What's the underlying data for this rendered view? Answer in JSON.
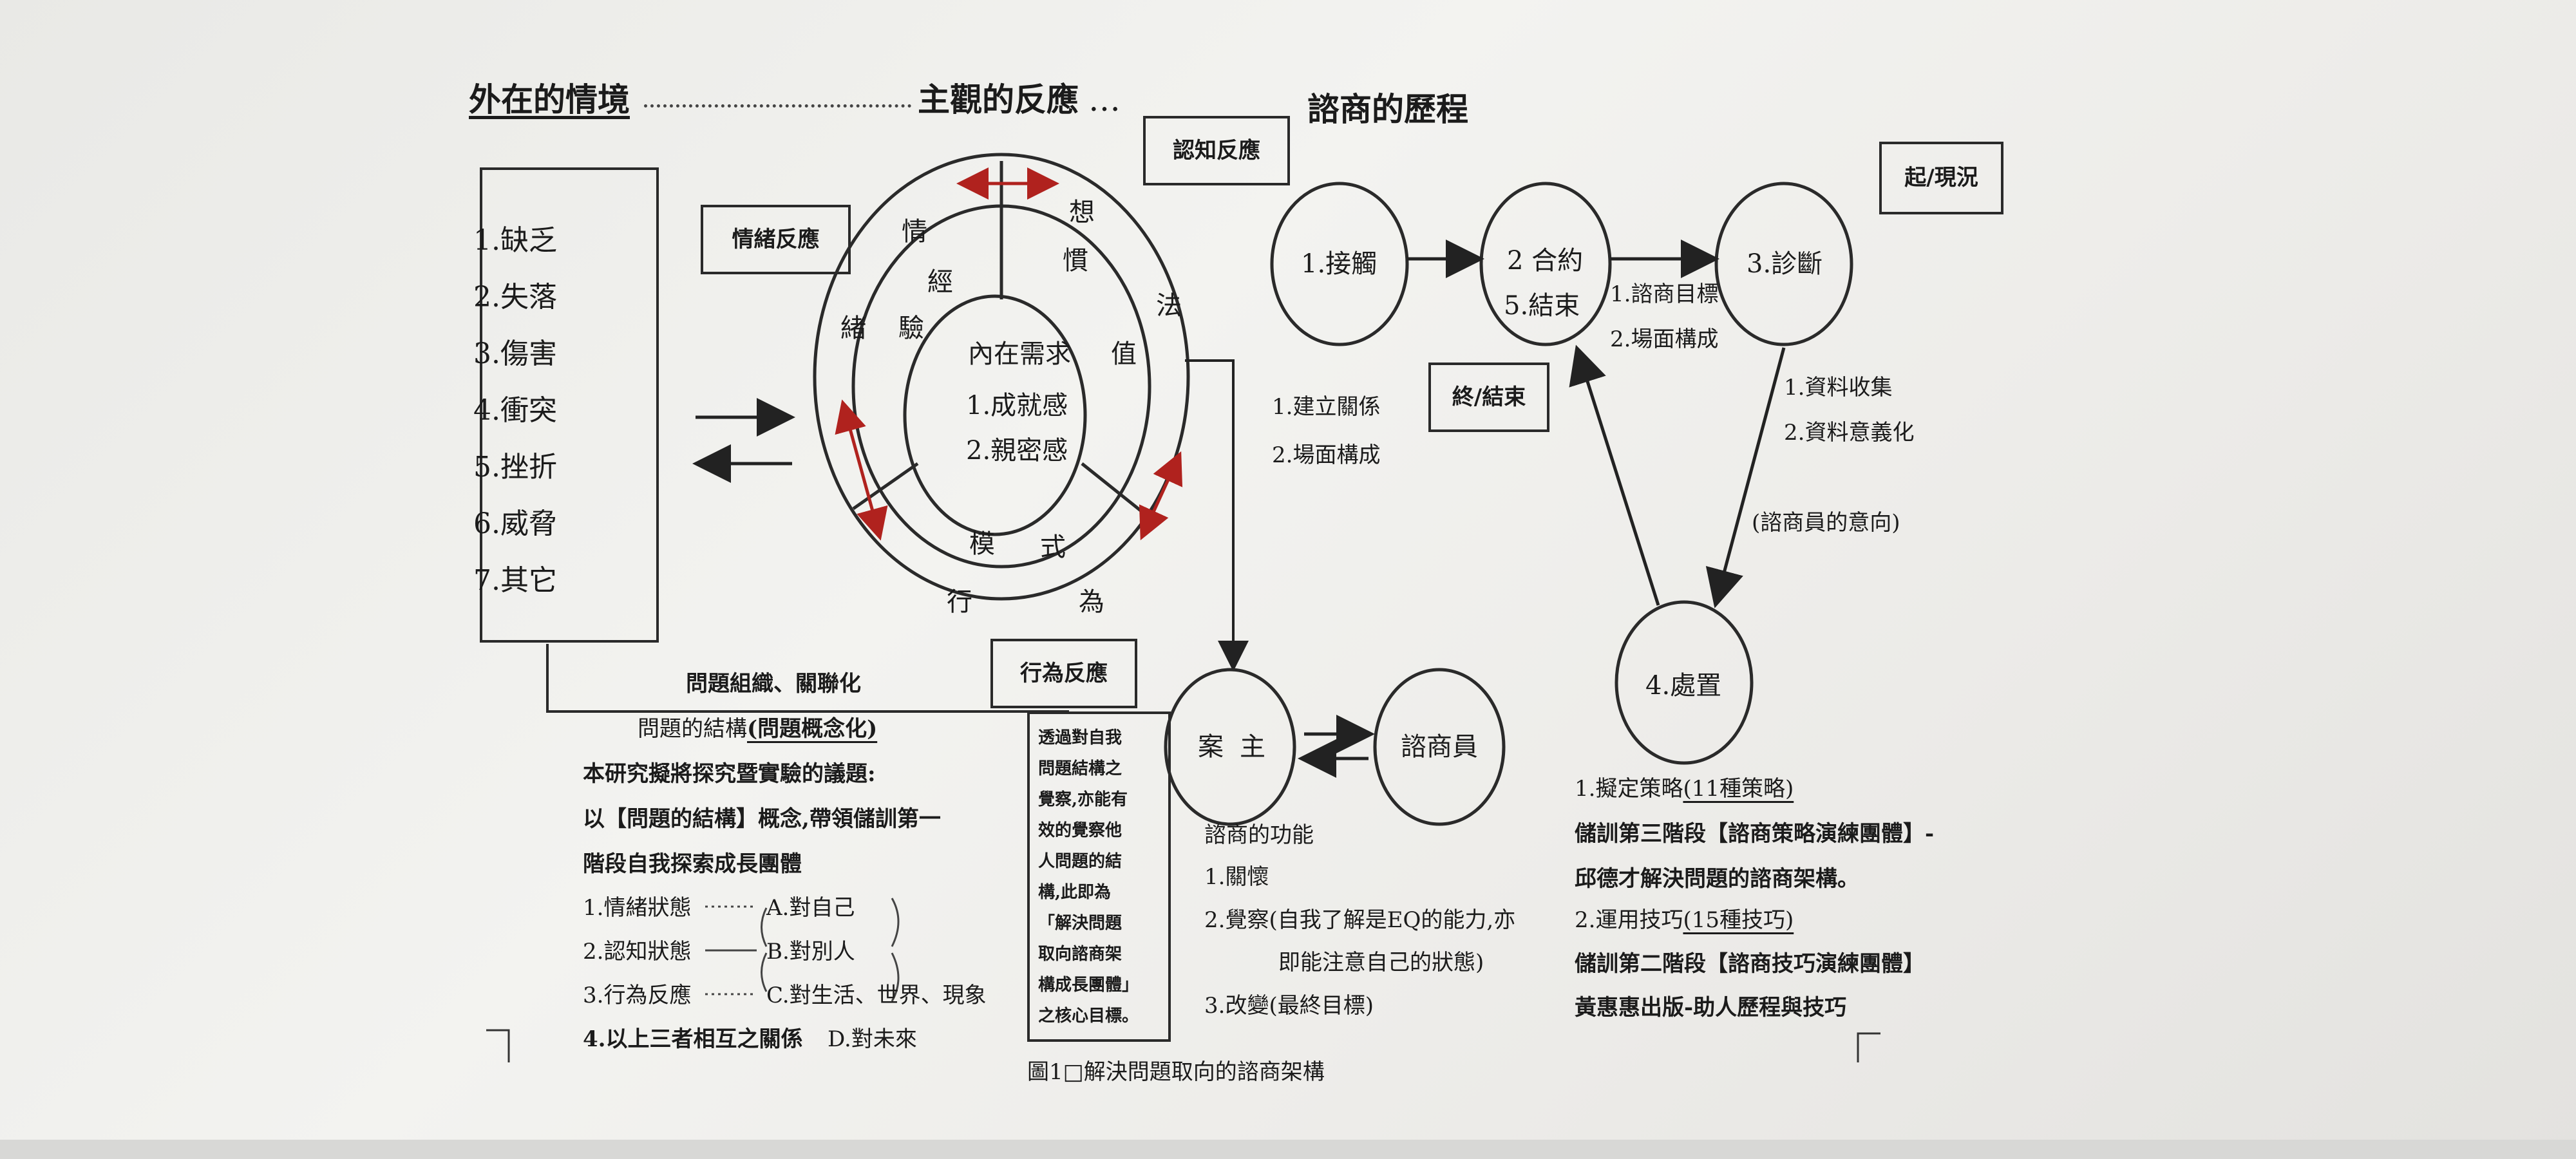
{
  "headings": {
    "external": "外在的情境",
    "subjective": "主觀的反應",
    "counseling": "諮商的歷程",
    "dots_mid": "…"
  },
  "boxes": {
    "cognitive": "認知反應",
    "emotional": "情緒反應",
    "behavioral": "行為反應",
    "start": "起/現況",
    "end": "終/結束"
  },
  "situation_list": [
    "1.缺乏",
    "2.失落",
    "3.傷害",
    "4.衝突",
    "5.挫折",
    "6.威脅",
    "7.其它"
  ],
  "ring": {
    "inner_title": "內在需求",
    "inner_items": [
      "1.成就感",
      "2.親密感"
    ],
    "chars": {
      "qing": "情",
      "xu": "緒",
      "jing": "經",
      "yan": "驗",
      "xiang": "想",
      "guan": "慣",
      "fa": "法",
      "zhi": "值",
      "mo": "模",
      "shi": "式",
      "xing": "行",
      "wei": "為"
    }
  },
  "process": {
    "n1": "1.接觸",
    "n2a": "2 合約",
    "n2b": "5.結束",
    "n3": "3.診斷",
    "n4": "4.處置",
    "client_a": "案",
    "client_b": "主",
    "counselor": "諮商員",
    "n1_notes": [
      "1.建立關係",
      "2.場面構成"
    ],
    "n2_notes": [
      "1.諮商目標",
      "2.場面構成"
    ],
    "n3_notes": [
      "1.資料收集",
      "2.資料意義化"
    ],
    "n3_note_intent": "(諮商員的意向)"
  },
  "problem": {
    "line1": "問題組織、關聯化",
    "line2_prefix": "問題的結構",
    "line2_paren": "(問題概念化)"
  },
  "research": {
    "line1": "本研究擬將探究暨實驗的議題:",
    "line2": "以【問題的結構】概念,帶領儲訓第一",
    "line3": "階段自我探索成長團體"
  },
  "states": [
    "1.情緒狀態",
    "2.認知狀態",
    "3.行為反應",
    "4.以上三者相互之關係"
  ],
  "targets": [
    "A.對自己",
    "B.對別人",
    "C.對生活、世界、現象",
    "D.對未來"
  ],
  "center_box": {
    "lines": [
      "透過對自我",
      "問題結構之",
      "覺察,亦能有",
      "效的覺察他",
      "人問題的結",
      "構,此即為",
      "「解決問題",
      "取向諮商架",
      "構成長團體」",
      "之核心目標。"
    ]
  },
  "functions": {
    "title": "諮商的功能",
    "f1": "1.關懷",
    "f2a": "2.覺察(自我了解是EQ的能力,亦",
    "f2b": "即能注意自己的狀態)",
    "f3": "3.改變(最終目標)"
  },
  "strategies": {
    "s1a": "1.擬定策略",
    "s1b": "(11種策略)",
    "s2": "儲訓第三階段【諮商策略演練團體】-",
    "s3": "邱德才解決問題的諮商架構。",
    "s4a": "2.運用技巧",
    "s4b": "(15種技巧)",
    "s5": "儲訓第二階段【諮商技巧演練團體】",
    "s6": "黃惠惠出版-助人歷程與技巧"
  },
  "caption": "圖1□解決問題取向的諮商架構"
}
